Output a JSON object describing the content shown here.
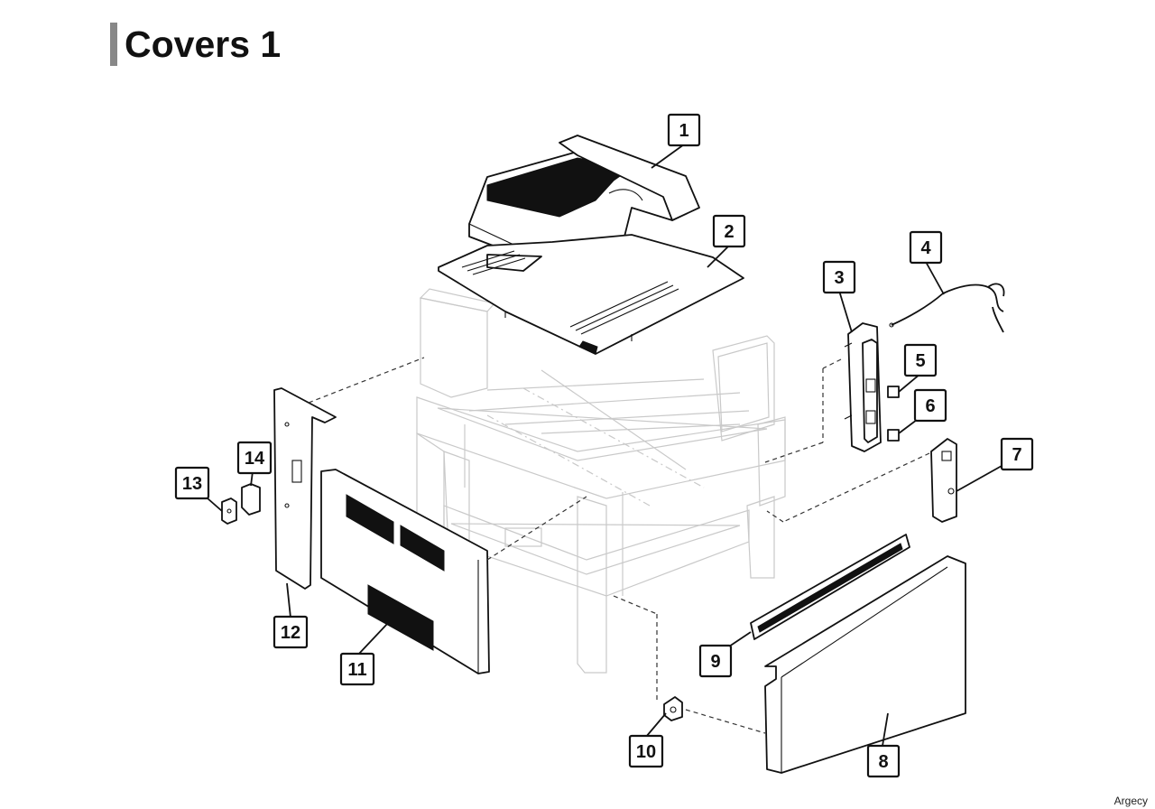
{
  "title": "Covers 1",
  "watermark": "Argecy",
  "callouts": [
    {
      "id": "1",
      "label": "1"
    },
    {
      "id": "2",
      "label": "2"
    },
    {
      "id": "3",
      "label": "3"
    },
    {
      "id": "4",
      "label": "4"
    },
    {
      "id": "5",
      "label": "5"
    },
    {
      "id": "6",
      "label": "6"
    },
    {
      "id": "7",
      "label": "7"
    },
    {
      "id": "8",
      "label": "8"
    },
    {
      "id": "9",
      "label": "9"
    },
    {
      "id": "10",
      "label": "10"
    },
    {
      "id": "11",
      "label": "11"
    },
    {
      "id": "12",
      "label": "12"
    },
    {
      "id": "13",
      "label": "13"
    },
    {
      "id": "14",
      "label": "14"
    }
  ]
}
